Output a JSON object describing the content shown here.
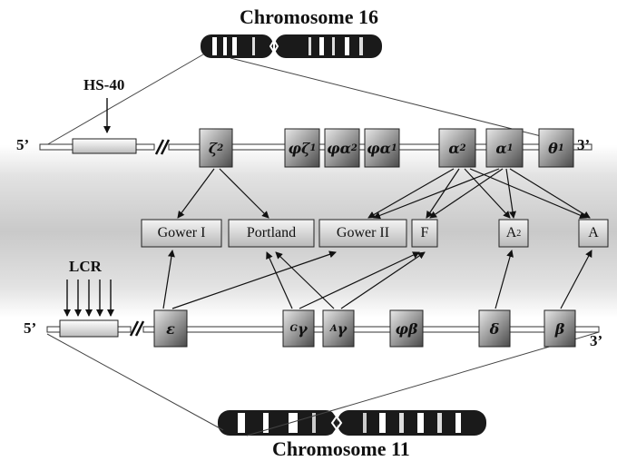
{
  "titles": {
    "chr16": "Chromosome 16",
    "chr11": "Chromosome 11"
  },
  "regulatory": {
    "hs40": "HS-40",
    "lcr": "LCR"
  },
  "ends": {
    "five": "5’",
    "three": "3’"
  },
  "alpha_genes": [
    {
      "name": "zeta2-gene",
      "sym": "ζ",
      "sub": "2"
    },
    {
      "name": "psi-zeta1-gene",
      "sym": "φζ",
      "sub": "1"
    },
    {
      "name": "psi-alpha2-gene",
      "sym": "φα",
      "sub": "2"
    },
    {
      "name": "psi-alpha1-gene",
      "sym": "φα",
      "sub": "1"
    },
    {
      "name": "alpha2-gene",
      "sym": "α",
      "sub": "2"
    },
    {
      "name": "alpha1-gene",
      "sym": "α",
      "sub": "1"
    },
    {
      "name": "theta1-gene",
      "sym": "θ",
      "sub": "1"
    }
  ],
  "beta_genes": [
    {
      "name": "epsilon-gene",
      "sym": "ε"
    },
    {
      "name": "g-gamma-gene",
      "sup": "G",
      "sym": "γ"
    },
    {
      "name": "a-gamma-gene",
      "sup": "A",
      "sym": "γ"
    },
    {
      "name": "psi-beta-gene",
      "sym": "φβ"
    },
    {
      "name": "delta-gene",
      "sym": "δ"
    },
    {
      "name": "beta-gene",
      "sym": "β"
    }
  ],
  "hemoglobins": [
    {
      "name": "gower-i",
      "label": "Gower I",
      "sub": ""
    },
    {
      "name": "portland",
      "label": "Portland",
      "sub": ""
    },
    {
      "name": "gower-ii",
      "label": "Gower II",
      "sub": ""
    },
    {
      "name": "hbf",
      "label": "F",
      "sub": ""
    },
    {
      "name": "hba2",
      "label": "A",
      "sub": "2"
    },
    {
      "name": "hba",
      "label": "A",
      "sub": ""
    }
  ],
  "colors": {
    "gene_fill_dark": "#555555",
    "gene_fill_light": "#dddddd",
    "band_dark": "#1a1a1a",
    "band_light": "#ffffff"
  }
}
